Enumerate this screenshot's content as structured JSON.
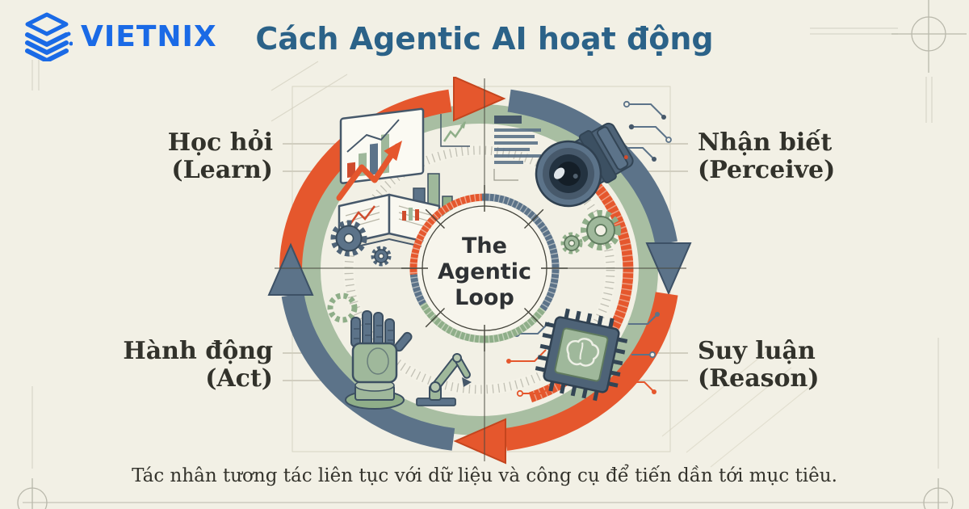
{
  "brand": {
    "name": "VIETNIX"
  },
  "header": {
    "title": "Cách Agentic AI hoạt động"
  },
  "diagram": {
    "center": {
      "line1": "The",
      "line2": "Agentic",
      "line3": "Loop"
    },
    "quadrants": {
      "learn": {
        "vi": "Học hỏi",
        "en": "(Learn)",
        "icons": [
          "bar-chart-board",
          "trend-arrow",
          "open-book",
          "gears"
        ]
      },
      "perceive": {
        "vi": "Nhận biết",
        "en": "(Perceive)",
        "icons": [
          "document-lines",
          "camera-lens",
          "circuit-traces",
          "gears"
        ]
      },
      "reason": {
        "vi": "Suy luận",
        "en": "(Reason)",
        "icons": [
          "mini-bars",
          "ai-chip-brain",
          "circuit-traces"
        ]
      },
      "act": {
        "vi": "Hành động",
        "en": "(Act)",
        "icons": [
          "gear-outline",
          "robot-hand",
          "robot-arm"
        ]
      }
    },
    "flow": [
      "learn",
      "perceive",
      "reason",
      "act"
    ]
  },
  "footer": {
    "caption": "Tác nhân tương tác liên tục với dữ liệu và công cụ để tiến dần tới mục tiêu."
  },
  "colors": {
    "background": "#F2F0E5",
    "accent_orange": "#E5572D",
    "accent_slate": "#5C7389",
    "accent_sage": "#A8BEA2",
    "title_blue": "#2B6288",
    "logo_blue": "#1A6AE6",
    "ink": "#32322B"
  }
}
